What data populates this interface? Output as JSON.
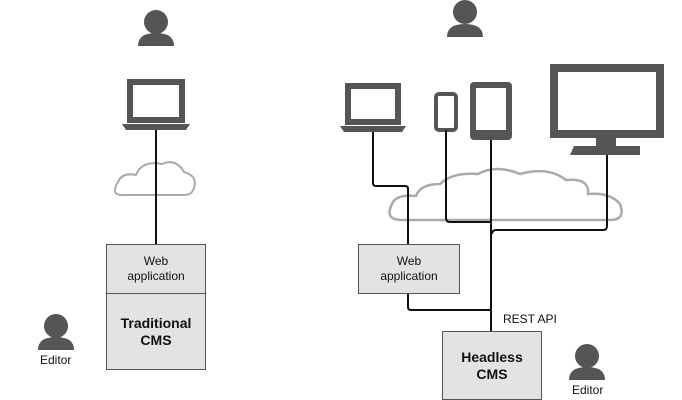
{
  "traditional": {
    "web_app_label": "Web\napplication",
    "cms_label": "Traditional\nCMS",
    "editor_label": "Editor"
  },
  "headless": {
    "web_app_label": "Web\napplication",
    "cms_label": "Headless\nCMS",
    "api_label": "REST API",
    "editor_label": "Editor"
  },
  "icons": [
    "user-icon",
    "laptop-icon",
    "cloud-icon",
    "phone-icon",
    "tablet-icon",
    "monitor-icon",
    "editor-icon"
  ],
  "colors": {
    "device": "#555555",
    "box_fill": "#e3e3e3",
    "line": "#111111",
    "cloud_stroke": "#999999"
  }
}
